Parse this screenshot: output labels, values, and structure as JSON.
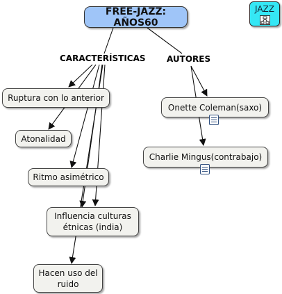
{
  "badge": {
    "label": "JAZZ",
    "icon": "concept-map-icon"
  },
  "title": "FREE-JAZZ: AÑOS60",
  "branches": {
    "caracteristicas": "CARACTERÍSTICAS",
    "autores": "AUTORES"
  },
  "characteristics": {
    "ruptura": "Ruptura con lo anterior",
    "atonalidad": "Atonalidad",
    "ritmo": "Ritmo asimétrico",
    "influencia_line1": "Influencia culturas",
    "influencia_line2": "étnicas (india)",
    "ruido_line1": "Hacen uso del",
    "ruido_line2": "ruido"
  },
  "authors": {
    "coleman": "Onette Coleman(saxo)",
    "mingus": "Charlie Mingus(contrabajo)"
  },
  "resource_icon": "document-icon",
  "colors": {
    "title_bg": "#9fc5f8",
    "node_bg": "#f2f2ee",
    "badge_bg": "#35e7f5"
  }
}
